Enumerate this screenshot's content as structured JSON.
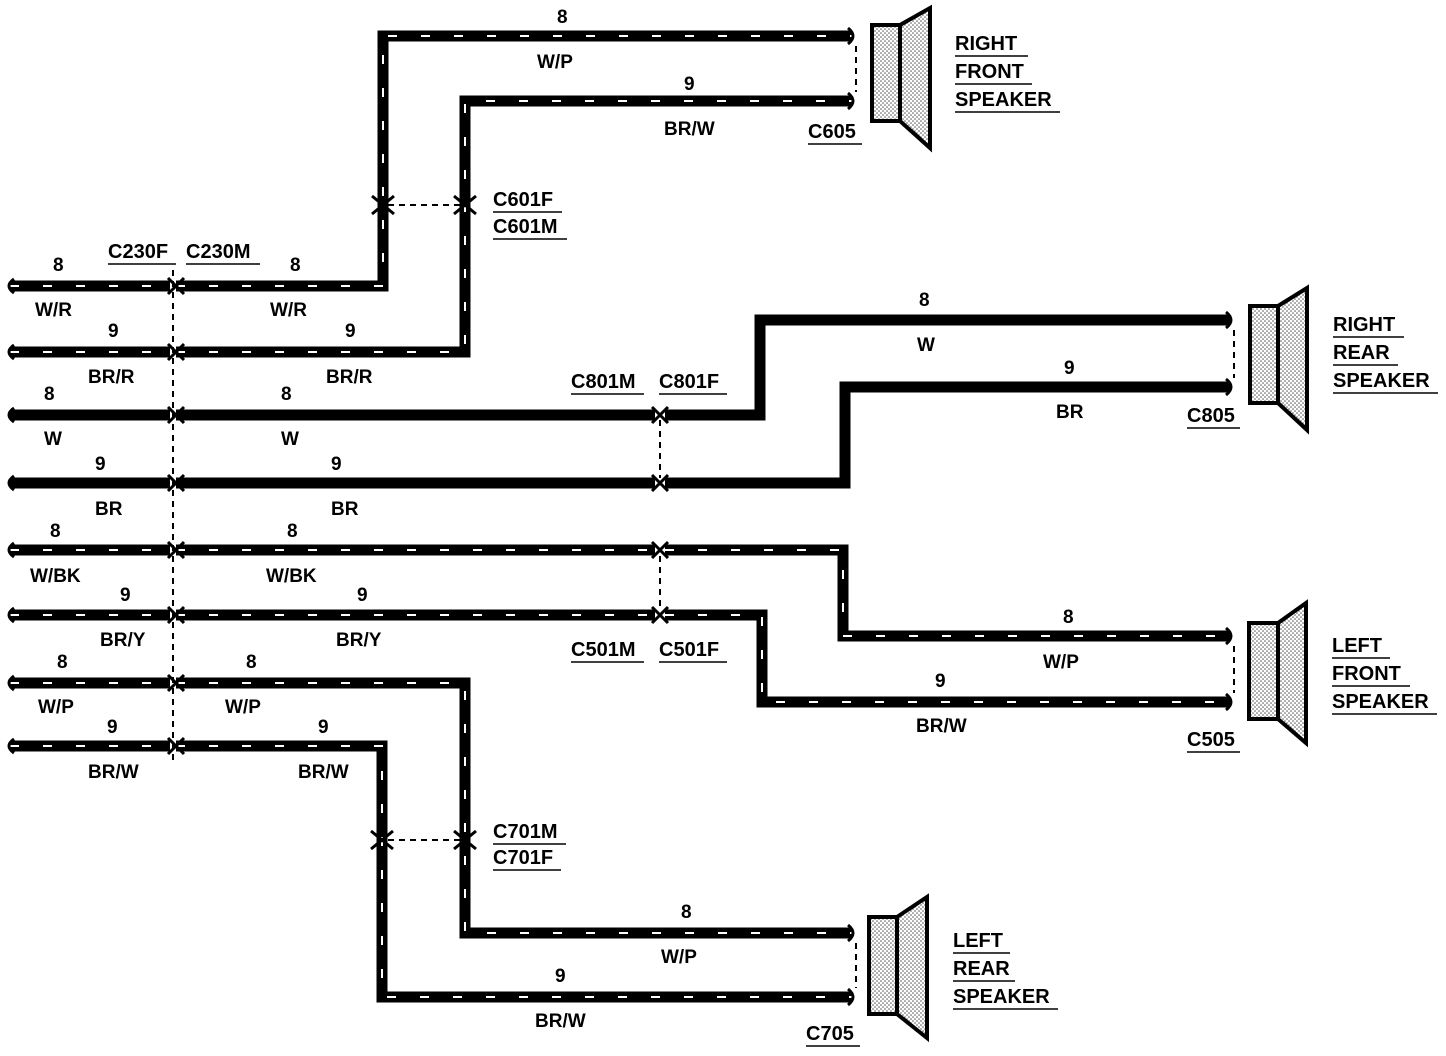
{
  "colors": {
    "wire": "#000000",
    "background": "#ffffff"
  },
  "speakers": {
    "right_front": {
      "lines": [
        "RIGHT",
        "FRONT",
        "SPEAKER"
      ],
      "connector": "C605"
    },
    "right_rear": {
      "lines": [
        "RIGHT",
        "REAR",
        "SPEAKER"
      ],
      "connector": "C805"
    },
    "left_front": {
      "lines": [
        "LEFT",
        "FRONT",
        "SPEAKER"
      ],
      "connector": "C505"
    },
    "left_rear": {
      "lines": [
        "LEFT",
        "REAR",
        "SPEAKER"
      ],
      "connector": "C705"
    }
  },
  "connectors": {
    "c230f": "C230F",
    "c230m": "C230M",
    "c601f": "C601F",
    "c601m": "C601M",
    "c801m": "C801M",
    "c801f": "C801F",
    "c501m": "C501M",
    "c501f": "C501F",
    "c701m": "C701M",
    "c701f": "C701F"
  },
  "left_wires": [
    {
      "circuit": "8",
      "color": "W/R"
    },
    {
      "circuit": "9",
      "color": "BR/R"
    },
    {
      "circuit": "8",
      "color": "W"
    },
    {
      "circuit": "9",
      "color": "BR"
    },
    {
      "circuit": "8",
      "color": "W/BK"
    },
    {
      "circuit": "9",
      "color": "BR/Y"
    },
    {
      "circuit": "8",
      "color": "W/P"
    },
    {
      "circuit": "9",
      "color": "BR/W"
    }
  ],
  "mid_wires": [
    {
      "circuit": "8",
      "color": "W/R"
    },
    {
      "circuit": "9",
      "color": "BR/R"
    },
    {
      "circuit": "8",
      "color": "W"
    },
    {
      "circuit": "9",
      "color": "BR"
    },
    {
      "circuit": "8",
      "color": "W/BK"
    },
    {
      "circuit": "9",
      "color": "BR/Y"
    },
    {
      "circuit": "8",
      "color": "W/P"
    },
    {
      "circuit": "9",
      "color": "BR/W"
    }
  ],
  "front_right_wires": [
    {
      "circuit": "8",
      "color": "W/P"
    },
    {
      "circuit": "9",
      "color": "BR/W"
    }
  ],
  "rear_right_wires": [
    {
      "circuit": "8",
      "color": "W"
    },
    {
      "circuit": "9",
      "color": "BR"
    }
  ],
  "front_left_wires": [
    {
      "circuit": "8",
      "color": "W/P"
    },
    {
      "circuit": "9",
      "color": "BR/W"
    }
  ],
  "rear_left_wires": [
    {
      "circuit": "8",
      "color": "W/P"
    },
    {
      "circuit": "9",
      "color": "BR/W"
    }
  ]
}
